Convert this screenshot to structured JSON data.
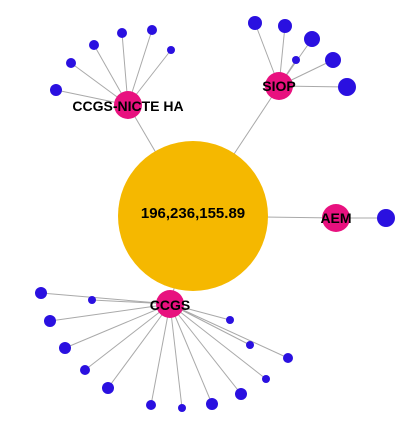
{
  "colors": {
    "root": "#f5b800",
    "hub": "#e8117f",
    "leaf": "#2a10e0",
    "edge": "#a9a9a9",
    "label": "#000000"
  },
  "root": {
    "label": "196,236,155.89"
  },
  "hubs": [
    {
      "id": "nicte",
      "label": "CCGS-NICTE HA",
      "leaves": 6
    },
    {
      "id": "siop",
      "label": "SIOP",
      "leaves": 6
    },
    {
      "id": "aem",
      "label": "AEM",
      "leaves": 1
    },
    {
      "id": "ccgs",
      "label": "CCGS",
      "leaves": 14
    }
  ]
}
